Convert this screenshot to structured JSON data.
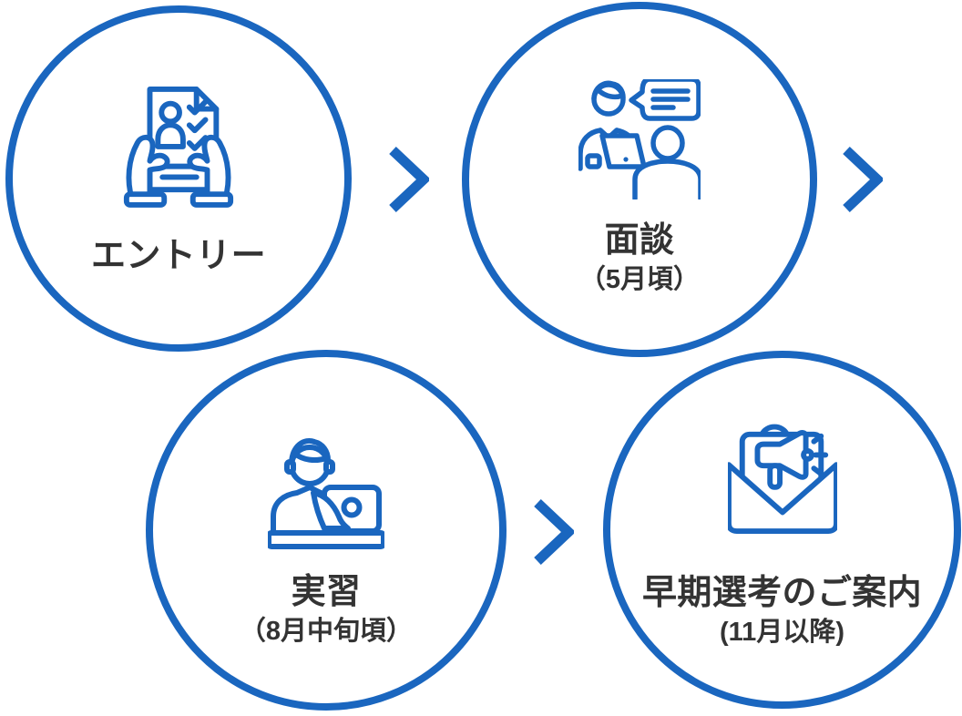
{
  "diagram": {
    "type": "process-flow",
    "description_visible_text_only": true,
    "colors": {
      "primary_blue": "#1A66BF",
      "label_text": "#333333",
      "circle_fill": "#FFFFFF",
      "page_background": "#FFFFFF"
    },
    "steps": [
      {
        "label": "エントリー",
        "sublabel": "",
        "icon": "entry-form-icon"
      },
      {
        "label": "面談",
        "sublabel": "（5月頃）",
        "icon": "interview-icon"
      },
      {
        "label": "実習",
        "sublabel": "（8月中旬頃）",
        "icon": "laptop-work-icon"
      },
      {
        "label": "早期選考のご案内",
        "sublabel": "(11月以降)",
        "icon": "announcement-mail-icon"
      }
    ],
    "arrows": {
      "icon": "chevron-right-icon",
      "count": 3
    }
  }
}
